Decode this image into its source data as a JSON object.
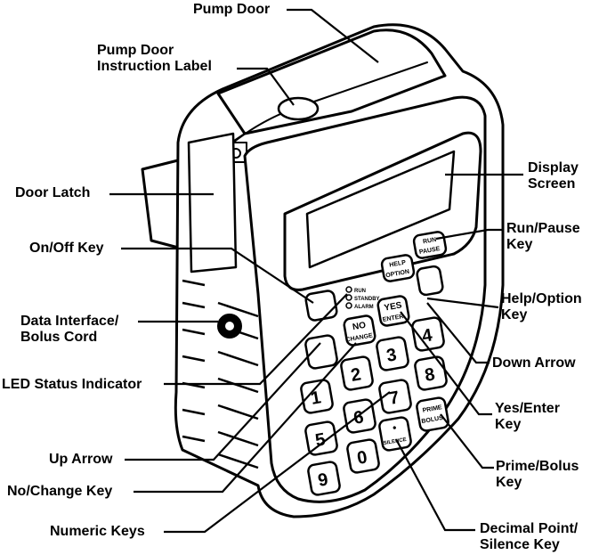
{
  "callouts": {
    "pump_door": {
      "lines": [
        "Pump Door"
      ]
    },
    "pump_door_label": {
      "lines": [
        "Pump Door",
        "Instruction Label"
      ]
    },
    "display_screen": {
      "lines": [
        "Display",
        "Screen"
      ]
    },
    "door_latch": {
      "lines": [
        "Door Latch"
      ]
    },
    "run_pause": {
      "lines": [
        "Run/Pause",
        "Key"
      ]
    },
    "on_off": {
      "lines": [
        "On/Off Key"
      ]
    },
    "help_option": {
      "lines": [
        "Help/Option",
        "Key"
      ]
    },
    "data_interface": {
      "lines": [
        "Data Interface/",
        "Bolus Cord"
      ]
    },
    "down_arrow": {
      "lines": [
        "Down Arrow"
      ]
    },
    "led_status": {
      "lines": [
        "LED Status Indicator"
      ]
    },
    "yes_enter": {
      "lines": [
        "Yes/Enter",
        "Key"
      ]
    },
    "up_arrow": {
      "lines": [
        "Up Arrow"
      ]
    },
    "prime_bolus": {
      "lines": [
        "Prime/Bolus",
        "Key"
      ]
    },
    "no_change": {
      "lines": [
        "No/Change Key"
      ]
    },
    "numeric_keys": {
      "lines": [
        "Numeric Keys"
      ]
    },
    "decimal_silence": {
      "lines": [
        "Decimal Point/",
        "Silence Key"
      ]
    }
  },
  "keys": {
    "run_top": "RUN",
    "run_bottom": "PAUSE",
    "help_top": "HELP",
    "help_bottom": "OPTION",
    "yes_top": "YES",
    "yes_bottom": "ENTER",
    "no_top": "NO",
    "no_bottom": "CHANGE",
    "prime_top": "PRIME",
    "prime_bottom": "BOLUS",
    "decimal_top": "•",
    "decimal_bottom": "SILENCE",
    "led_1": "RUN",
    "led_2": "STANDBY",
    "led_3": "ALARM",
    "digits": [
      "1",
      "2",
      "3",
      "4",
      "5",
      "6",
      "7",
      "8",
      "9",
      "0"
    ]
  }
}
